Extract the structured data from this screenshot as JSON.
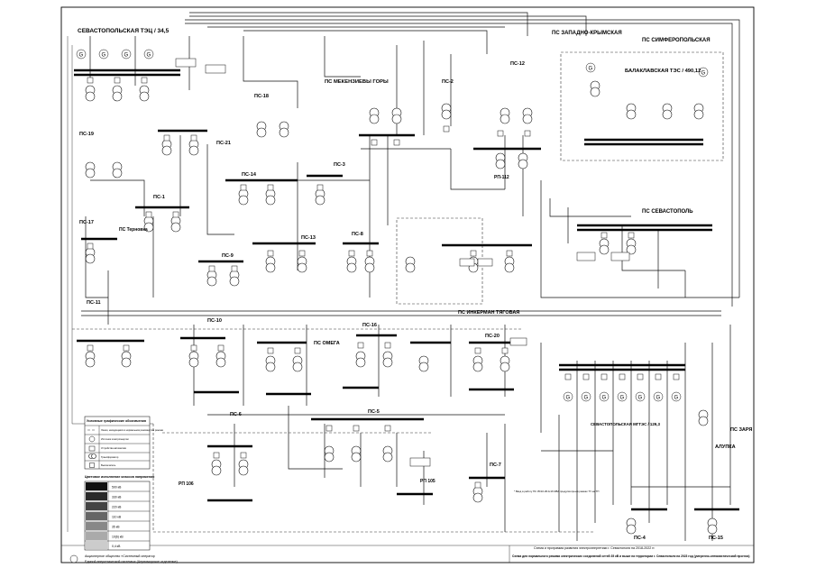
{
  "diagram": {
    "substations": [
      {
        "id": "tec",
        "label": "СЕВАСТОПОЛЬСКАЯ ТЭЦ / 34,5"
      },
      {
        "id": "west",
        "label": "ПС ЗАПАДНО-КРЫМСКАЯ"
      },
      {
        "id": "simf",
        "label": "ПС СИМФЕРОПОЛЬСКАЯ"
      },
      {
        "id": "balak",
        "label": "БАЛАКЛАВСКАЯ ТЭС / 490,12"
      },
      {
        "id": "mekenz",
        "label": "ПС МЕКЕНЗИЕВЫ ГОРЫ"
      },
      {
        "id": "ps2",
        "label": "ПС-2"
      },
      {
        "id": "ps12",
        "label": "ПС-12"
      },
      {
        "id": "rp112",
        "label": "РП-112"
      },
      {
        "id": "ps18",
        "label": "ПС-18"
      },
      {
        "id": "ps19",
        "label": "ПС-19"
      },
      {
        "id": "ps21",
        "label": "ПС-21"
      },
      {
        "id": "ps14",
        "label": "ПС-14"
      },
      {
        "id": "ps3",
        "label": "ПС-3"
      },
      {
        "id": "ps1",
        "label": "ПС-1"
      },
      {
        "id": "psternov",
        "label": "ПС Терновка"
      },
      {
        "id": "ps17",
        "label": "ПС-17"
      },
      {
        "id": "ps9",
        "label": "ПС-9"
      },
      {
        "id": "ps13",
        "label": "ПС-13"
      },
      {
        "id": "ps8",
        "label": "ПС-8"
      },
      {
        "id": "sevastopol",
        "label": "ПС СЕВАСТОПОЛЬ"
      },
      {
        "id": "inkerman",
        "label": "ПС ИНКЕРМАН ТЯГОВАЯ"
      },
      {
        "id": "ps11",
        "label": "ПС-11"
      },
      {
        "id": "ps10",
        "label": "ПС-10"
      },
      {
        "id": "omega",
        "label": "ПС ОМЕГА"
      },
      {
        "id": "ps16",
        "label": "ПС-16"
      },
      {
        "id": "ps20",
        "label": "ПС-20"
      },
      {
        "id": "ps6",
        "label": "ПС-6"
      },
      {
        "id": "ps5",
        "label": "ПС-5"
      },
      {
        "id": "ps7",
        "label": "ПС-7"
      },
      {
        "id": "rp106",
        "label": "РП 106"
      },
      {
        "id": "rp105",
        "label": "РП 105"
      },
      {
        "id": "sevmgtes",
        "label": "СЕВАСТОПОЛЬСКАЯ МГТЭС / 129,3"
      },
      {
        "id": "zarya",
        "label": "ПС ЗАРЯ"
      },
      {
        "id": "alupka",
        "label": "АЛУПКА"
      },
      {
        "id": "ps4",
        "label": "ПС-4"
      },
      {
        "id": "ps15",
        "label": "ПС-15"
      }
    ],
    "legend": {
      "title": "Условные графические обозначения",
      "symbols": [
        "Линия, находящаяся в нормальном разомкнутом режиме",
        "Источник электроэнергии",
        "Устройства автоматики",
        "Трансформатор",
        "Выключатель"
      ],
      "voltage_title": "Цветовое исполнение классов напряжения",
      "voltages": [
        "500 кВ",
        "330 кВ",
        "220 кВ",
        "110 кВ",
        "35 кВ",
        "10(6) кВ",
        "0,4 кВ"
      ]
    },
    "org": {
      "line1": "Акционерное общество «Системный оператор",
      "line2": "Единой энергетической системы» (Черноморское отделение)"
    },
    "note": "Схема для нормального режима электрических соединений сетей 35 кВ и выше на территории г. Севастополя на 2023 год (умеренно-оптимистический прогноз)",
    "subtitle": "Схема и программа развития электроэнергетики г. Севастополя на 2018-2022 гг.",
    "remark": "* Ввод в работу ПС 35/10 кВ 2х16 МВА предусмотрен в рамках ТУ на ТП"
  }
}
